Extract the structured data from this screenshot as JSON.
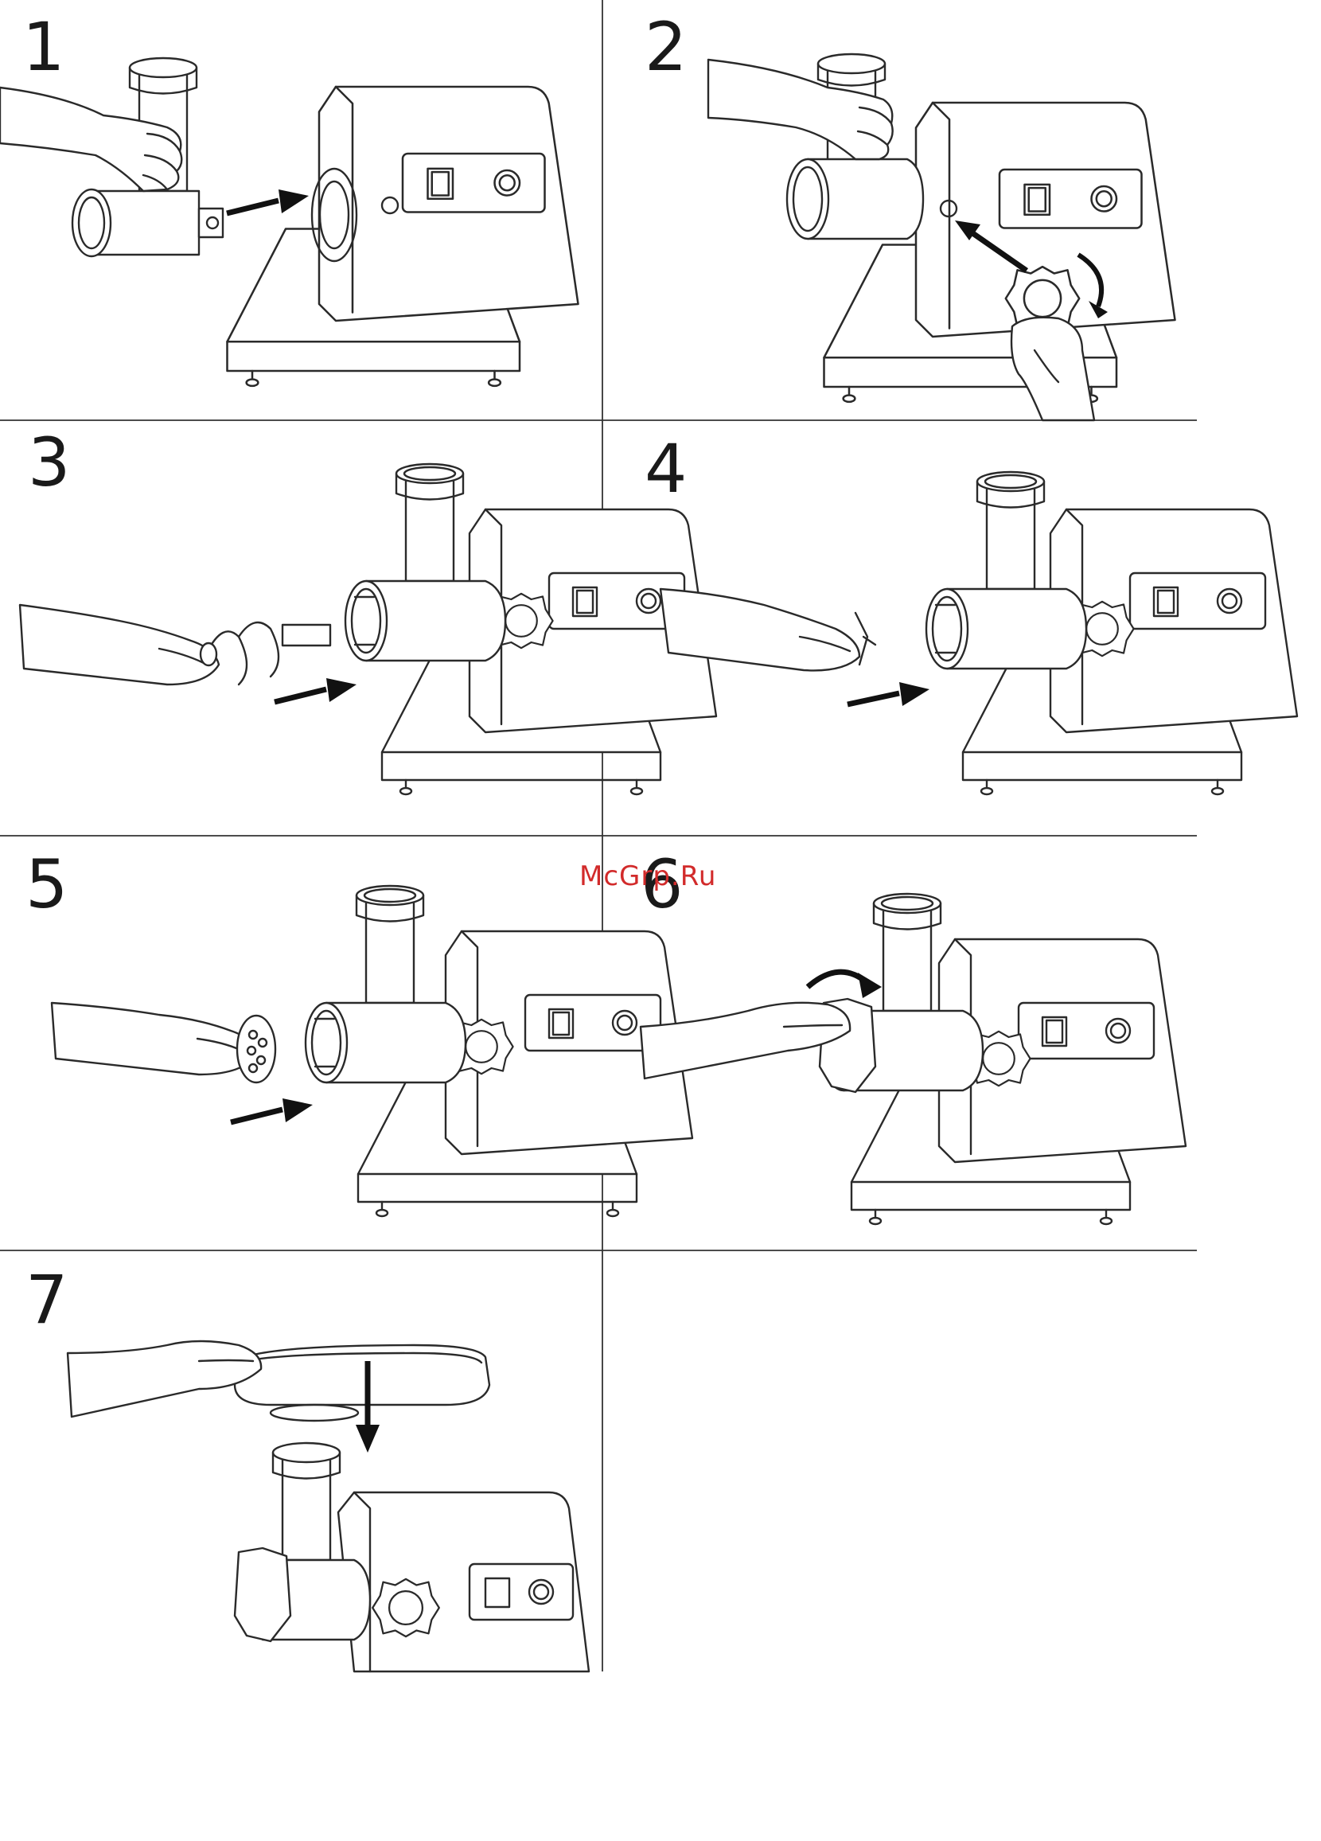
{
  "steps": [
    {
      "number": "1"
    },
    {
      "number": "2"
    },
    {
      "number": "3"
    },
    {
      "number": "4"
    },
    {
      "number": "5"
    },
    {
      "number": "6"
    },
    {
      "number": "7"
    }
  ],
  "watermark": "McGrp.Ru",
  "colors": {
    "line": "#2a2a2a",
    "watermark": "#d22b2b",
    "background": "#ffffff"
  }
}
